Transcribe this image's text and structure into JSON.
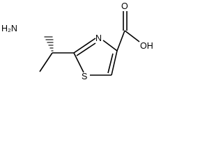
{
  "molecule": {
    "atom_labels": {
      "amine": "H₂N",
      "hydroxyl": "OH",
      "carbonyl_oxygen": "O",
      "ring_nitrogen": "N",
      "ring_sulfur": "S"
    },
    "colors": {
      "bond": "#000000",
      "label": "#000000",
      "background": "#ffffff"
    }
  }
}
